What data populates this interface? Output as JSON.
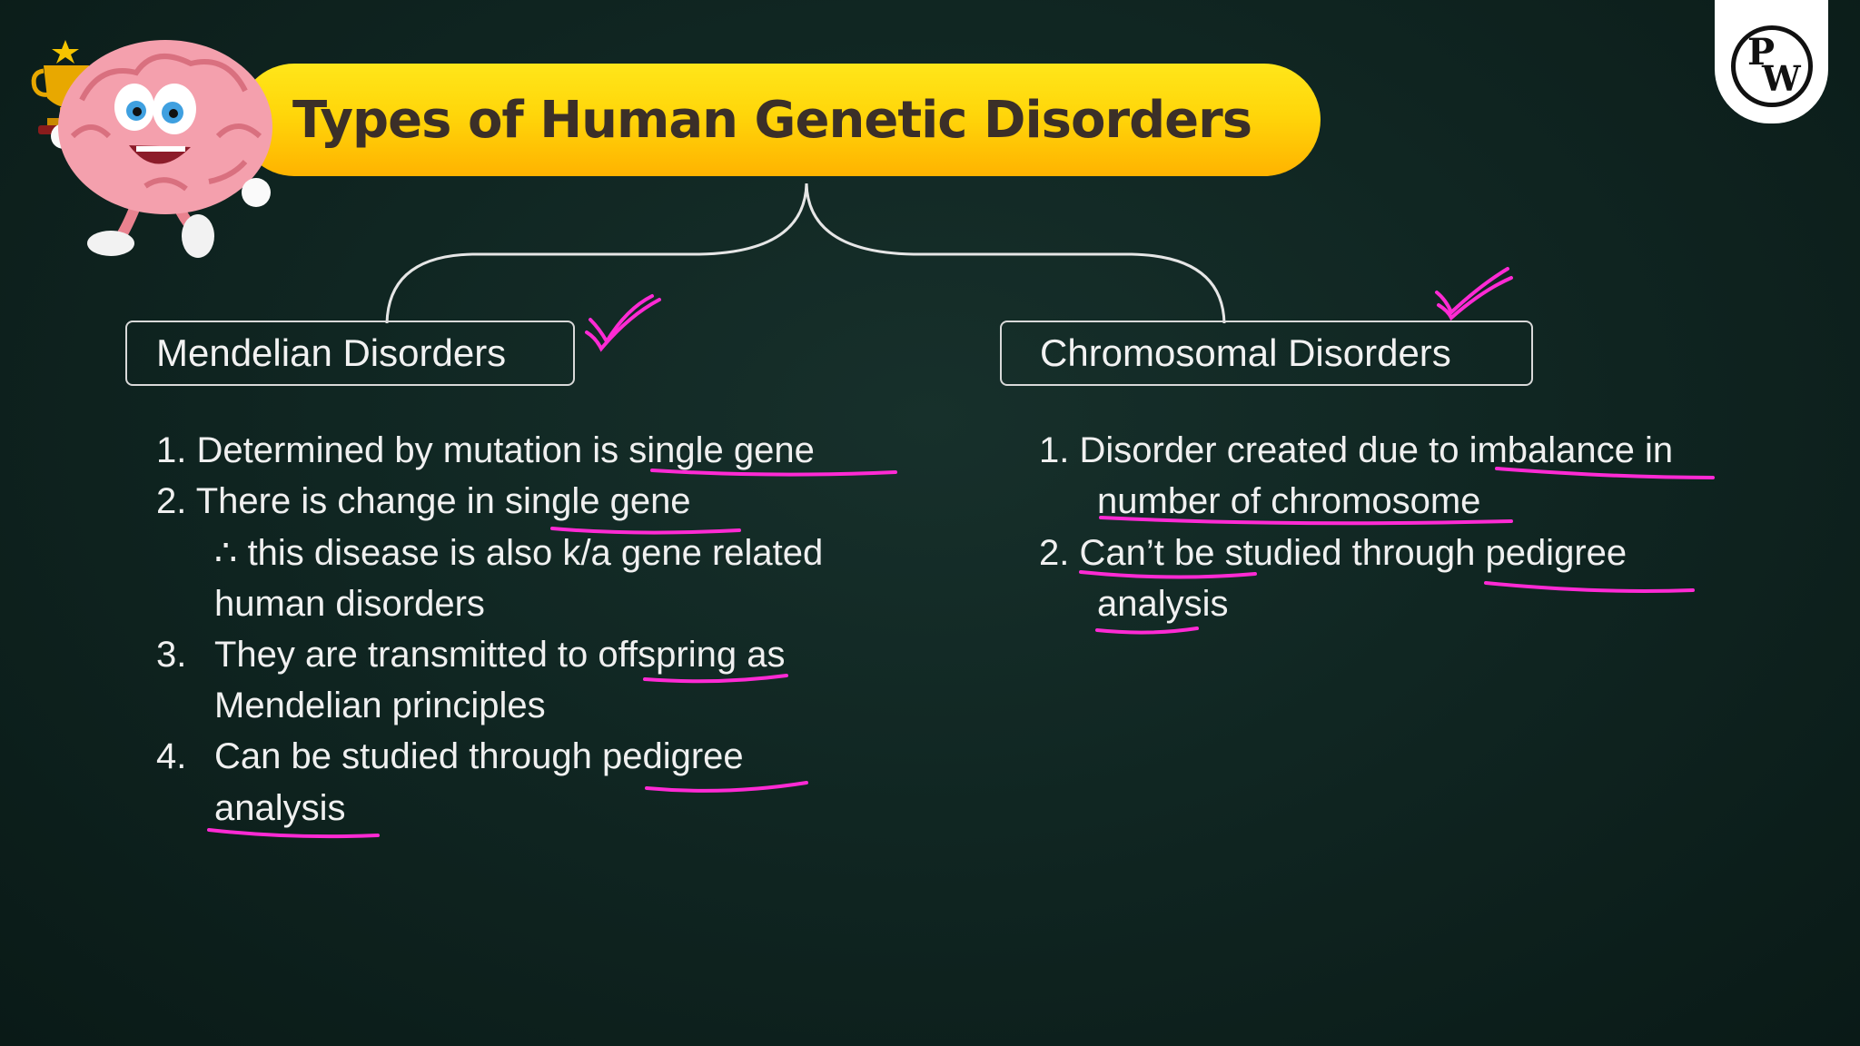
{
  "title": "Types of Human Genetic Disorders",
  "logo": {
    "letter_top": "P",
    "letter_bottom": "W"
  },
  "mendelian": {
    "heading": "Mendelian Disorders",
    "lines": [
      "1. Determined by mutation is single gene",
      "2. There is change in single gene",
      "∴ this disease is also k/a gene related",
      "human disorders",
      "3.",
      "They are transmitted to offspring as",
      "Mendelian principles",
      "4.",
      "Can be studied through pedigree",
      "analysis"
    ]
  },
  "chromosomal": {
    "heading": "Chromosomal Disorders",
    "lines": [
      "1. Disorder created due to imbalance in",
      "number of  chromosome",
      "2. Can’t be studied through pedigree",
      "analysis"
    ]
  },
  "colors": {
    "background": "#102622",
    "banner_yellow": "#ffd60a",
    "banner_orange": "#ffb300",
    "title_text": "#3b2f28",
    "annotation_pink": "#ff2ad4",
    "brace_line": "#e6e6e6"
  },
  "icons": [
    "brain-mascot-icon",
    "trophy-icon",
    "pw-logo-icon",
    "checkmark-icon"
  ]
}
